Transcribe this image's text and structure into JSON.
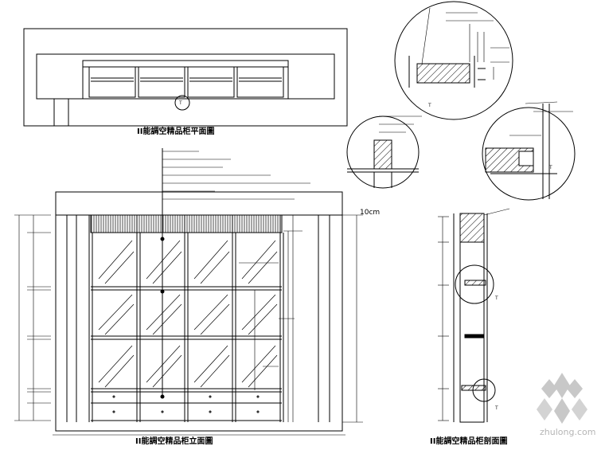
{
  "drawing": {
    "titles": {
      "plan": "II能調空精品柜平面圖",
      "elevation": "II能調空精品柜立面圖",
      "section": "II能調空精品柜剖面圖"
    },
    "elevation_labels": {
      "callout_10cm": "10cm"
    },
    "detail_marks": [
      "T",
      "T",
      "T",
      "T",
      "T"
    ],
    "watermark": "zhulong.com"
  },
  "colors": {
    "line": "#000000",
    "paper": "#ffffff",
    "watermark": "#b5b5b5"
  }
}
